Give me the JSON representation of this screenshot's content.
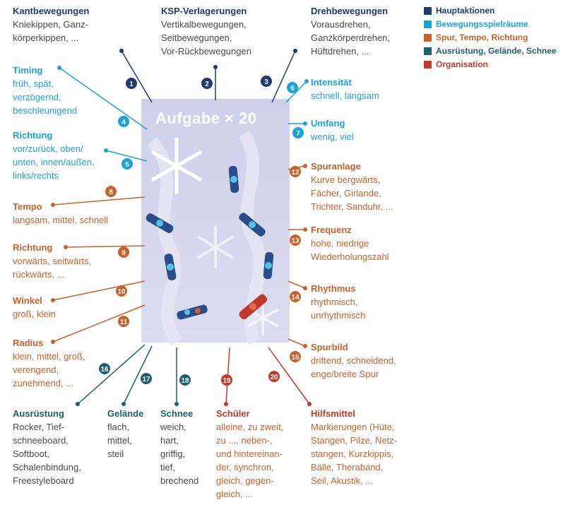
{
  "card": {
    "title": "Aufgabe × 20"
  },
  "legend": [
    {
      "label": "Hauptaktionen",
      "color": "#1e3a6e"
    },
    {
      "label": "Bewegungsspielräume",
      "color": "#1aa3d9"
    },
    {
      "label": "Spur, Tempo, Richtung",
      "color": "#c8612a"
    },
    {
      "label": "Ausrüstung, Gelände, Schnee",
      "color": "#1e5f6b"
    },
    {
      "label": "Organisation",
      "color": "#c0392b"
    }
  ],
  "blocks": {
    "kant": {
      "head": "Kantbewegungen",
      "text": "Kniekippen, Ganz-\nkörperkippen, ..."
    },
    "ksp": {
      "head": "KSP-Verlagerungen",
      "text": "Vertikalbewegungen,\nSeitbewegungen,\nVor-Rückbewegungen"
    },
    "dreh": {
      "head": "Drehbewegungen",
      "text": "Vorausdrehen,\nGanzkörperdrehen,\nHüftdrehen, ..."
    },
    "timing": {
      "head": "Timing",
      "text": "früh, spät,\nverzögernd,\nbeschleunigend"
    },
    "richtung1": {
      "head": "Richtung",
      "text": "vor/zurück, oben/\nunten, innen/außen,\nlinks/rechts"
    },
    "intensitaet": {
      "head": "Intensität",
      "text": "schnell, langsam"
    },
    "umfang": {
      "head": "Umfang",
      "text": "wenig, viel"
    },
    "tempo": {
      "head": "Tempo",
      "text": "langsam, mittel, schnell"
    },
    "richtung2": {
      "head": "Richtung",
      "text": "vorwärts, seitwärts,\nrückwärts, ..."
    },
    "winkel": {
      "head": "Winkel",
      "text": "groß, klein"
    },
    "radius": {
      "head": "Radius",
      "text": "klein, mittel, groß,\nverengend,\nzunehmend, ..."
    },
    "spuranlage": {
      "head": "Spuranlage",
      "text": "Kurve bergwärts,\nFächer, Girlande,\nTrichter, Sanduhr, ..."
    },
    "frequenz": {
      "head": "Frequenz",
      "text": "hohe, niedrige\nWiederholungszahl"
    },
    "rhythmus": {
      "head": "Rhythmus",
      "text": "rhythmisch,\nunrhythmisch"
    },
    "spurbild": {
      "head": "Spurbild",
      "text": "driftend, schneidend,\nenge/breite Spur"
    },
    "ausruestung": {
      "head": "Ausrüstung",
      "text": "Rocker, Tief-\nschneeboard,\nSoftboot,\nSchalenbindung,\nFreestyleboard"
    },
    "gelaende": {
      "head": "Gelände",
      "text": "flach,\nmittel,\nsteil"
    },
    "schnee": {
      "head": "Schnee",
      "text": "weich,\nhart,\ngriffig,\ntief,\nbrechend"
    },
    "schueler": {
      "head": "Schüler",
      "text": "alleine, zu zweit,\nzu ..., neben-,\nund hintereinan-\nder, synchron,\ngleich, gegen-\ngleich, ..."
    },
    "hilfsmittel": {
      "head": "Hilfsmittel",
      "text": "Markierungen (Hüte,\nStangen, Pilze, Netz-\nstangen, Kurzkippis,\nBälle, Theraband,\nSeil, Akustik, ..."
    }
  },
  "numbers": [
    "1",
    "2",
    "3",
    "4",
    "5",
    "6",
    "7",
    "8",
    "9",
    "10",
    "11",
    "12",
    "13",
    "14",
    "15",
    "16",
    "17",
    "18",
    "19",
    "20"
  ]
}
